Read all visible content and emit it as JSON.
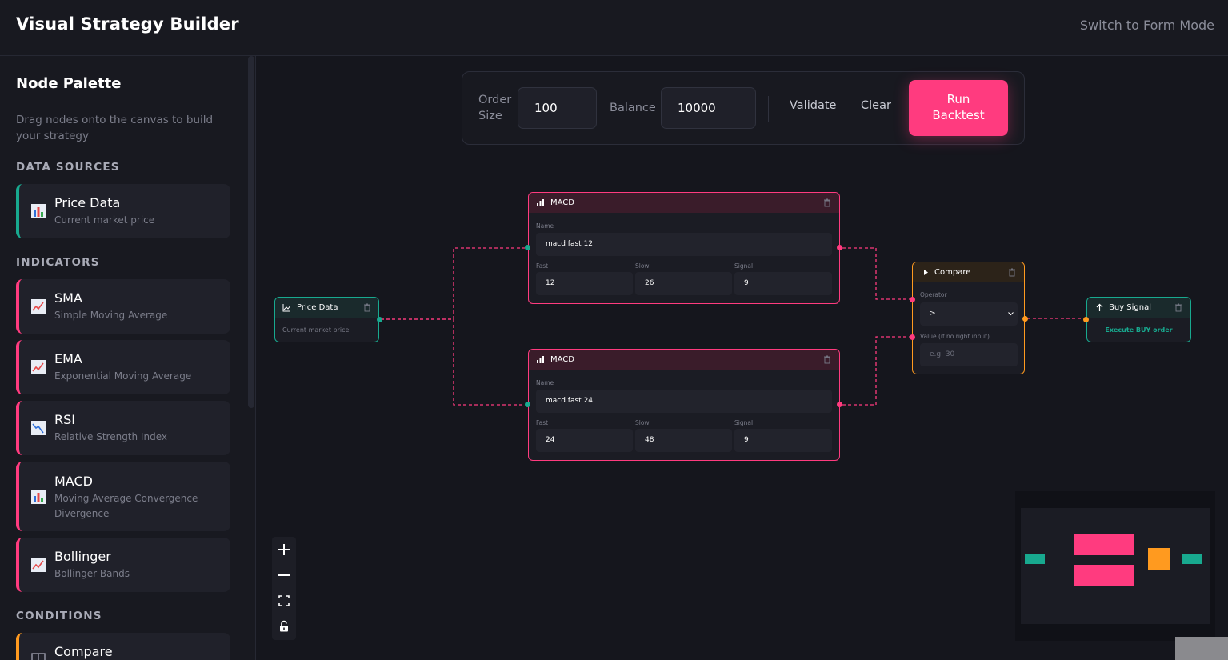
{
  "header": {
    "title": "Visual Strategy Builder",
    "mode_switch": "Switch to Form Mode"
  },
  "sidebar": {
    "title": "Node Palette",
    "description": "Drag nodes onto the canvas to build your strategy",
    "sections": {
      "data_sources": "DATA SOURCES",
      "indicators": "INDICATORS",
      "conditions": "CONDITIONS"
    },
    "items": [
      {
        "icon": "bar-chart-icon",
        "name": "Price Data",
        "desc": "Current market price"
      },
      {
        "icon": "trend-up-icon",
        "name": "SMA",
        "desc": "Simple Moving Average"
      },
      {
        "icon": "trend-up-icon",
        "name": "EMA",
        "desc": "Exponential Moving Average"
      },
      {
        "icon": "trend-down-icon",
        "name": "RSI",
        "desc": "Relative Strength Index"
      },
      {
        "icon": "bar-chart-icon",
        "name": "MACD",
        "desc": "Moving Average Convergence Divergence"
      },
      {
        "icon": "trend-up-icon",
        "name": "Bollinger",
        "desc": "Bollinger Bands"
      },
      {
        "icon": "compare-icon",
        "name": "Compare",
        "desc": ""
      }
    ]
  },
  "toolbar": {
    "order_size_label": "Order Size",
    "order_size_value": "100",
    "balance_label": "Balance",
    "balance_value": "10000",
    "validate": "Validate",
    "clear": "Clear",
    "run": "Run Backtest"
  },
  "nodes": {
    "price": {
      "title": "Price Data",
      "desc": "Current market price"
    },
    "macd1": {
      "title": "MACD",
      "name_label": "Name",
      "name_value": "macd fast 12",
      "fast_label": "Fast",
      "slow_label": "Slow",
      "signal_label": "Signal",
      "fast": "12",
      "slow": "26",
      "signal": "9"
    },
    "macd2": {
      "title": "MACD",
      "name_label": "Name",
      "name_value": "macd fast 24",
      "fast_label": "Fast",
      "slow_label": "Slow",
      "signal_label": "Signal",
      "fast": "24",
      "slow": "48",
      "signal": "9"
    },
    "compare": {
      "title": "Compare",
      "operator_label": "Operator",
      "operator_value": ">",
      "value_label": "Value (if no right input)",
      "value_placeholder": "e.g. 30"
    },
    "buy": {
      "title": "Buy Signal",
      "desc": "Execute BUY order"
    }
  },
  "colors": {
    "accent": "#ff3b7f",
    "data": "#18a98f",
    "condition": "#ff9a1f",
    "background": "#15161d"
  }
}
